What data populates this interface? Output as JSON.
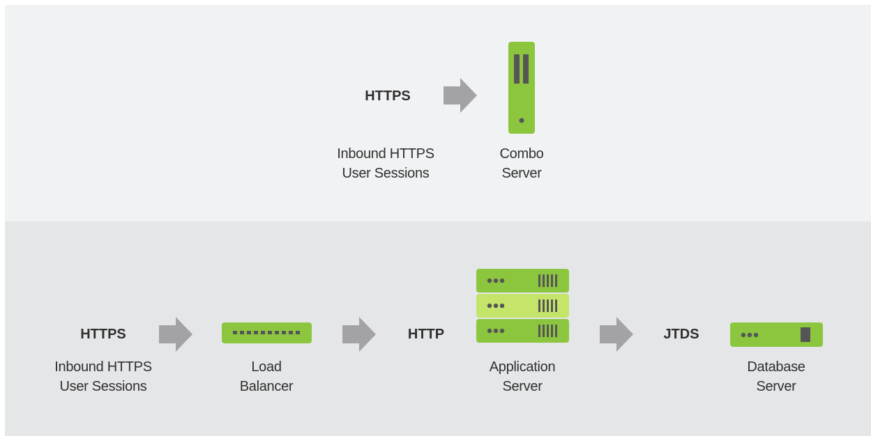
{
  "colors": {
    "top_bg": "#f1f2f4",
    "bottom_bg": "#e5e6e8",
    "green": "#8cc63f",
    "light_green": "#c4e46a",
    "arrow": "#a3a3a5",
    "dark": "#555555",
    "text": "#2f2f2f"
  },
  "top": {
    "protocol": "HTTPS",
    "source_line1": "Inbound HTTPS",
    "source_line2": "User Sessions",
    "server_line1": "Combo",
    "server_line2": "Server",
    "icons": [
      "arrow-right-icon",
      "tower-server-icon"
    ]
  },
  "bottom": {
    "protocol1": "HTTPS",
    "source_line1": "Inbound HTTPS",
    "source_line2": "User Sessions",
    "lb_line1": "Load",
    "lb_line2": "Balancer",
    "protocol2": "HTTP",
    "app_line1": "Application",
    "app_line2": "Server",
    "protocol3": "JTDS",
    "db_line1": "Database",
    "db_line2": "Server",
    "icons": [
      "arrow-right-icon",
      "load-balancer-icon",
      "rack-server-stack-icon",
      "database-server-icon"
    ]
  }
}
